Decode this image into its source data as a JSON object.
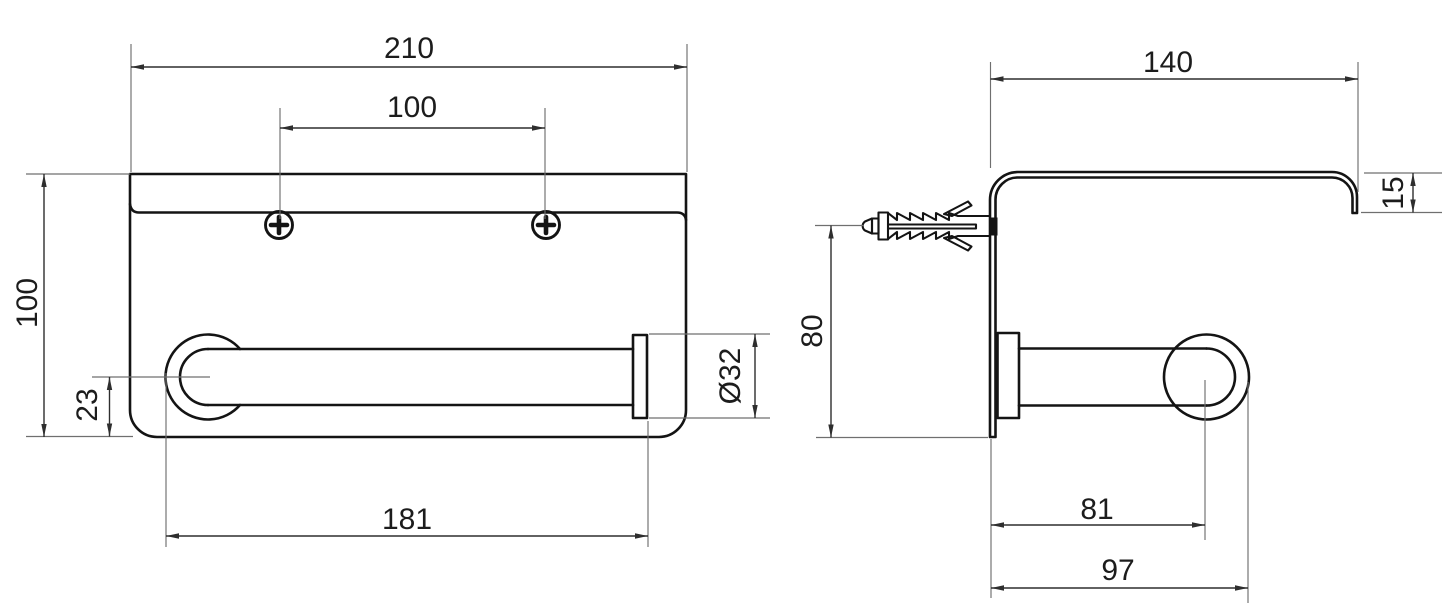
{
  "drawing_type": "toilet-paper-holder-with-shelf-dimension-drawing",
  "front_view": {
    "overall_width": "210",
    "screw_spacing": "100",
    "overall_height": "100",
    "rod_center_offset": "23",
    "rod_length": "181",
    "end_cap_diameter": "Ø32"
  },
  "side_view": {
    "shelf_depth": "140",
    "front_lip_height": "15",
    "anchor_height": "80",
    "rod_center_depth": "81",
    "overall_depth": "97"
  },
  "colors": {
    "line": "#141414",
    "dim": "#2e2e2e",
    "ext": "#6f6f6f",
    "background": "#ffffff"
  }
}
